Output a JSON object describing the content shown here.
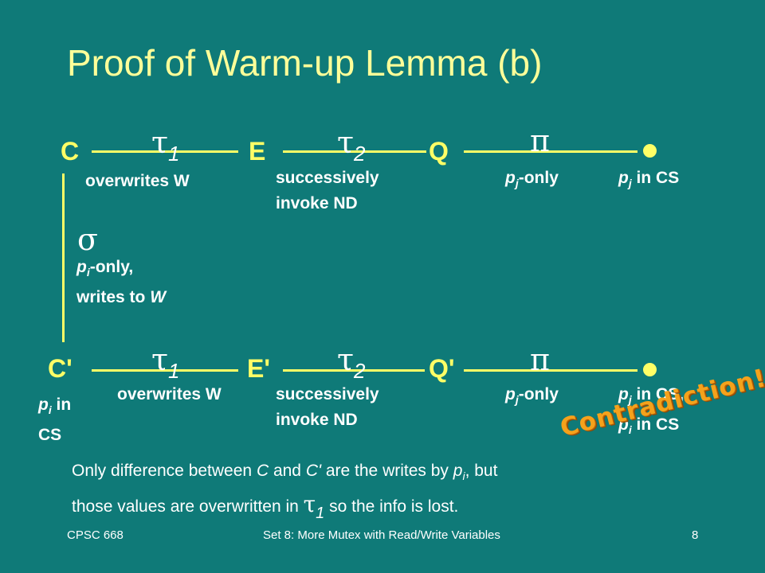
{
  "title": "Proof of Warm-up Lemma (b)",
  "top_row": {
    "nodes": [
      "C",
      "E",
      "Q"
    ],
    "edges": [
      {
        "greek": "τ",
        "subscript": "1",
        "label": "overwrites W"
      },
      {
        "greek": "τ",
        "subscript": "2",
        "label_line1": "successively",
        "label_line2": "invoke ND"
      },
      {
        "greek": "π",
        "label_p": "p",
        "label_sub": "j",
        "label_rest": "-only"
      }
    ],
    "end_p": "p",
    "end_sub": "j",
    "end_rest": " in CS"
  },
  "vertical_edge": {
    "greek": "σ",
    "label_p": "p",
    "label_sub": "i",
    "label_rest": "-only,",
    "label_line2_pre": "writes to ",
    "label_line2_var": "W"
  },
  "bottom_row": {
    "nodes": [
      "C'",
      "E'",
      "Q'"
    ],
    "start_p": "p",
    "start_sub": "i",
    "start_rest": " in",
    "start_line2": "CS",
    "edges": [
      {
        "greek": "τ",
        "subscript": "1",
        "label": "overwrites W"
      },
      {
        "greek": "τ",
        "subscript": "2",
        "label_line1": "successively",
        "label_line2": "invoke ND"
      },
      {
        "greek": "π",
        "label_p": "p",
        "label_sub": "j",
        "label_rest": "-only"
      }
    ],
    "end_line1_p": "p",
    "end_line1_sub": "j",
    "end_line1_rest": " in CS,",
    "end_line2_p": "p",
    "end_line2_sub": "i",
    "end_line2_rest": " in CS"
  },
  "stamp": "Contradiction!",
  "explanation": {
    "line1_a": "Only difference between ",
    "line1_c": "C",
    "line1_b": " and ",
    "line1_c2": "C'",
    "line1_d": " are the writes by ",
    "line1_p": "p",
    "line1_sub": "i",
    "line1_e": ", but",
    "line2_a": "those values are overwritten in ",
    "line2_greek": "τ",
    "line2_sub": "1",
    "line2_b": " so the info is lost."
  },
  "footer": {
    "left": "CPSC 668",
    "center": "Set 8:  More Mutex with Read/Write Variables",
    "right": "8"
  }
}
